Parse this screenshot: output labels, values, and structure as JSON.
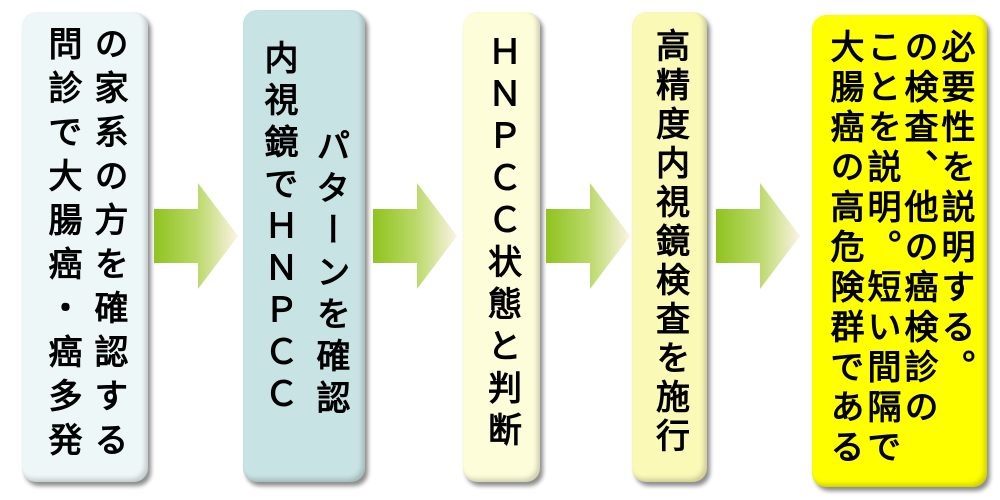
{
  "steps": [
    {
      "columns": [
        "問診で大腸癌・癌多発",
        "の家系の方を確認する"
      ],
      "color": "#eef7f8"
    },
    {
      "columns": [
        "内視鏡でＨＮＰＣＣ",
        "パターンを確認"
      ],
      "color": "#c8e3e4"
    },
    {
      "columns": [
        "ＨＮＰＣＣ状態と判断"
      ],
      "color": "#fdfdd9"
    },
    {
      "columns": [
        "高精度内視鏡検査を施行"
      ],
      "color": "#fbf9b6"
    },
    {
      "columns": [
        "大腸癌の高危険群である",
        "ことを説明。短い間隔で",
        "の検査、他の癌検診の",
        "必要性を説明する。"
      ],
      "color": "#ffff00"
    }
  ],
  "arrow_color": "#8fc31f"
}
